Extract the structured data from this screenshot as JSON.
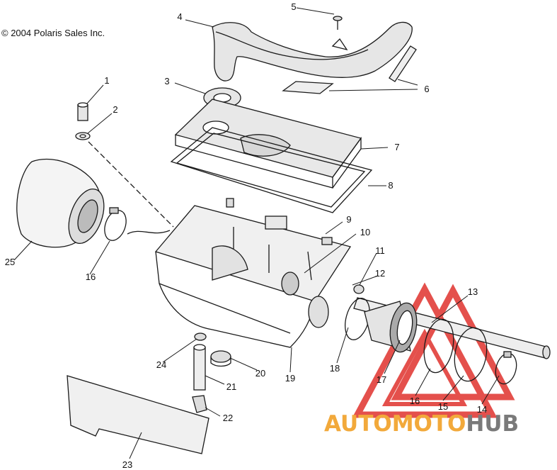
{
  "copyright": "© 2004 Polaris Sales Inc.",
  "callouts": [
    {
      "id": "1",
      "label": "1"
    },
    {
      "id": "2",
      "label": "2"
    },
    {
      "id": "3",
      "label": "3"
    },
    {
      "id": "4",
      "label": "4"
    },
    {
      "id": "5",
      "label": "5"
    },
    {
      "id": "6",
      "label": "6"
    },
    {
      "id": "7",
      "label": "7"
    },
    {
      "id": "8",
      "label": "8"
    },
    {
      "id": "9",
      "label": "9"
    },
    {
      "id": "10",
      "label": "10"
    },
    {
      "id": "11",
      "label": "11"
    },
    {
      "id": "12",
      "label": "12"
    },
    {
      "id": "13",
      "label": "13"
    },
    {
      "id": "14",
      "label": "14"
    },
    {
      "id": "15",
      "label": "15"
    },
    {
      "id": "16a",
      "label": "16"
    },
    {
      "id": "16b",
      "label": "16"
    },
    {
      "id": "17",
      "label": "17"
    },
    {
      "id": "18",
      "label": "18"
    },
    {
      "id": "19",
      "label": "19"
    },
    {
      "id": "20",
      "label": "20"
    },
    {
      "id": "21",
      "label": "21"
    },
    {
      "id": "22",
      "label": "22"
    },
    {
      "id": "23",
      "label": "23"
    },
    {
      "id": "24",
      "label": "24"
    },
    {
      "id": "25",
      "label": "25"
    }
  ],
  "watermark": {
    "part1": "AUTOMOTO",
    "part2": "HUB",
    "color_primary": "#f2a93b",
    "color_secondary": "#7a7a7a",
    "triangle_color": "#e0322d"
  }
}
